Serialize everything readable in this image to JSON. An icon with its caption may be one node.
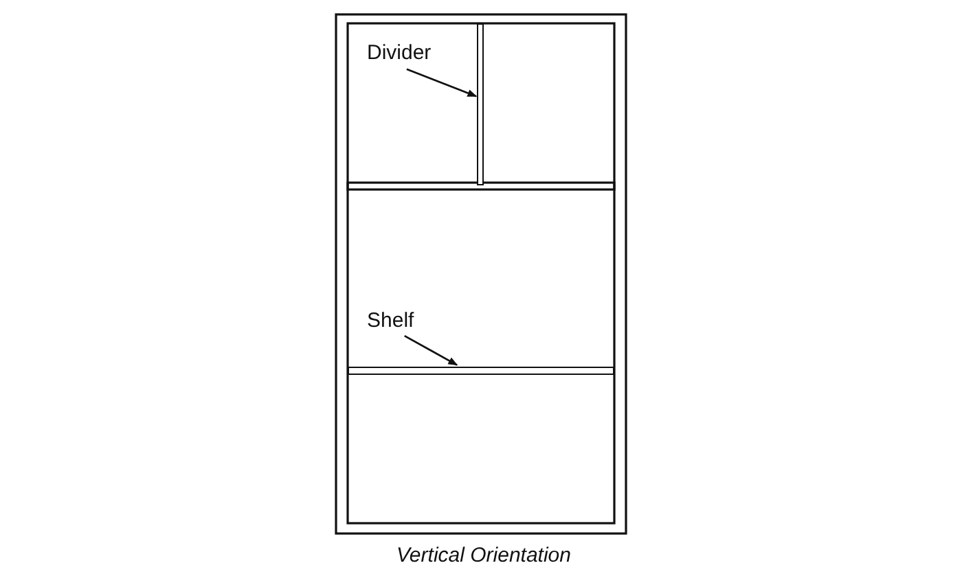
{
  "diagram": {
    "caption": "Vertical Orientation",
    "nodes": [
      {
        "text": [
          "Divider"
        ]
      },
      {
        "text": [],
        "shape": "bar"
      },
      {
        "text": [
          "Shelf"
        ]
      },
      {
        "text": [],
        "shape": "bar"
      }
    ],
    "edges": [
      {
        "from": 0,
        "to": 1,
        "arrow": "to"
      },
      {
        "from": 2,
        "to": 3,
        "arrow": "to"
      }
    ]
  }
}
